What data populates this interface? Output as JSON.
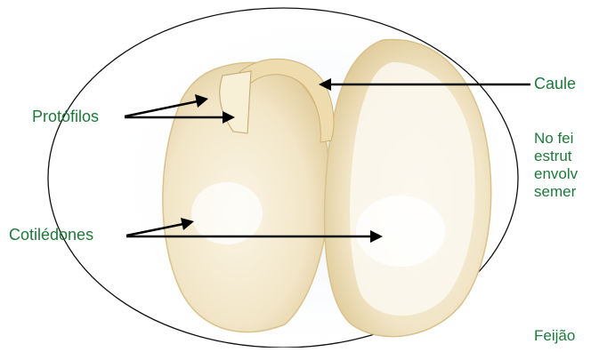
{
  "labels": {
    "protofilos": "Protófilos",
    "cotiledones": "Cotilédones",
    "caule": "Caule"
  },
  "caption": "No fei\nestrut\nenvolv\nsemer",
  "credit": "Feijão",
  "colors": {
    "label_text": "#1e7a3a",
    "arrow": "#000000",
    "outline": "#111111",
    "cotyledon": "#f3ead2",
    "background_glow": "#dfe7f1"
  }
}
